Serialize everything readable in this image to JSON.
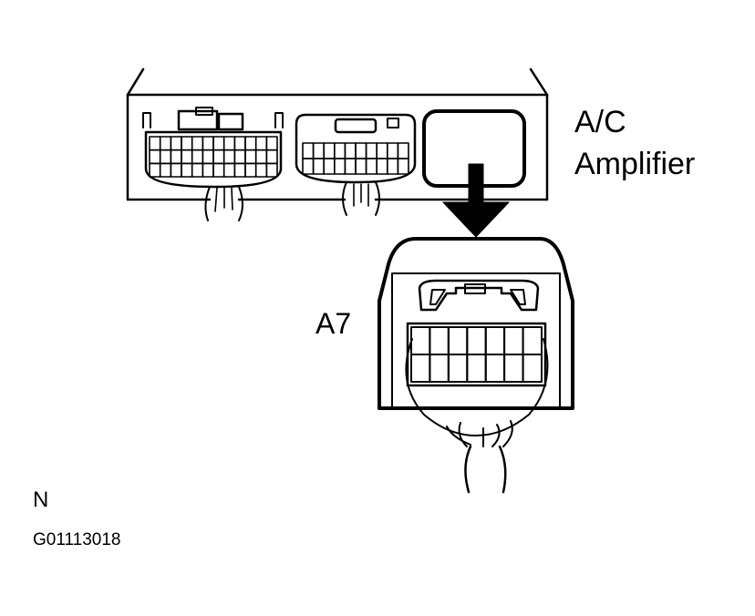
{
  "labels": {
    "component_line1": "A/C",
    "component_line2": "Amplifier",
    "connector": "A7",
    "note": "N",
    "figure_code": "G01113018"
  },
  "colors": {
    "line": "#000000",
    "background": "#ffffff"
  }
}
